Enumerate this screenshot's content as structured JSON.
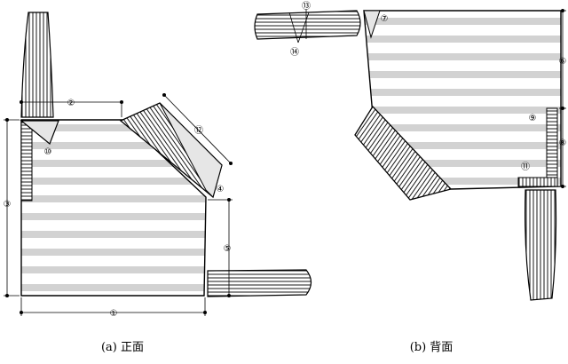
{
  "captions": {
    "front": "(a) 正面",
    "back": "(b) 背面"
  },
  "markers": {
    "m1": "①",
    "m2": "②",
    "m3": "③",
    "m4": "④",
    "m5": "⑤",
    "m6": "⑥",
    "m7": "⑦",
    "m8": "⑧",
    "m9": "⑨",
    "m10": "⑩",
    "m11": "⑪",
    "m12": "⑫",
    "m13": "⑬",
    "m14": "⑭"
  },
  "colors": {
    "stripe": "#d2d2d2",
    "line": "#000000",
    "background": "#ffffff"
  }
}
